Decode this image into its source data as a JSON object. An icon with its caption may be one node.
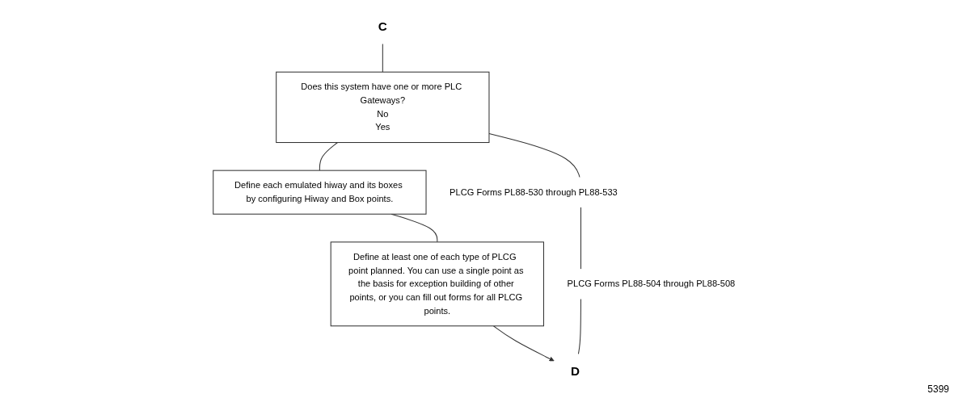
{
  "diagram": {
    "nodes": [
      {
        "text": [
          "C"
        ]
      },
      {
        "text": [
          "Does this system have one or more PLC Gateways?",
          "No",
          "Yes"
        ]
      },
      {
        "text": [
          "Define each emulated hiway and its boxes by configuring Hiway and Box points."
        ],
        "beside": [
          "PLCG Forms PL88-530 through PL88-533"
        ]
      },
      {
        "text": [
          "Define at least one of each type of PLCG  point planned. You can use a single point as the basis for exception building of other points, or you can fill out forms for all PLCG points."
        ],
        "beside": [
          "PLCG Forms PL88-504 through PL88-508"
        ]
      },
      {
        "text": [
          "D"
        ]
      }
    ],
    "edges": [
      {
        "from": 0,
        "to": 1,
        "arrow": "none"
      },
      {
        "from": 1,
        "to": 2,
        "arrow": "none"
      },
      {
        "from": 2,
        "to": 3,
        "arrow": "none"
      },
      {
        "from": 1,
        "to": 4,
        "arrow": "none"
      },
      {
        "from": 3,
        "to": 4,
        "arrow": "to"
      }
    ],
    "labels": [
      "5399"
    ]
  }
}
